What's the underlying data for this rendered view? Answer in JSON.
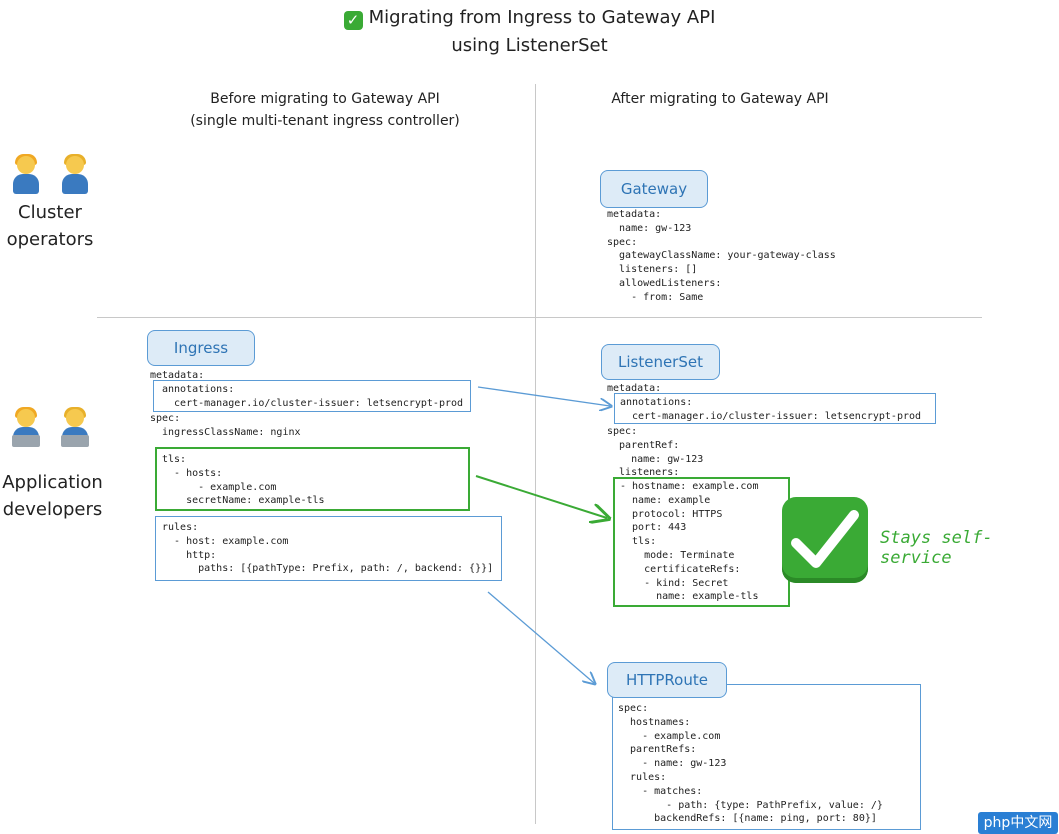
{
  "title": {
    "line1": "Migrating from Ingress to Gateway API",
    "line2": "using ListenerSet",
    "check_glyph": "✓"
  },
  "columns": {
    "before_line1": "Before migrating to Gateway API",
    "before_line2": "(single multi-tenant ingress controller)",
    "after": "After migrating to Gateway API"
  },
  "roles": {
    "cluster_line1": "Cluster",
    "cluster_line2": "operators",
    "app_line1": "Application",
    "app_line2": "developers"
  },
  "gateway": {
    "label": "Gateway",
    "code": "metadata:\n  name: gw-123\nspec:\n  gatewayClassName: your-gateway-class\n  listeners: []\n  allowedListeners:\n    - from: Same"
  },
  "ingress": {
    "label": "Ingress",
    "code_metadata": "metadata:",
    "code_annotations": "annotations:\n  cert-manager.io/cluster-issuer: letsencrypt-prod",
    "code_spec": "spec:\n  ingressClassName: nginx",
    "code_tls": "tls:\n  - hosts:\n      - example.com\n    secretName: example-tls",
    "code_rules": "rules:\n  - host: example.com\n    http:\n      paths: [{pathType: Prefix, path: /, backend: {}}]"
  },
  "listenerset": {
    "label": "ListenerSet",
    "code_metadata": "metadata:",
    "code_annotations": "annotations:\n  cert-manager.io/cluster-issuer: letsencrypt-prod",
    "code_spec": "spec:\n  parentRef:\n    name: gw-123\n  listeners:",
    "code_listener": "- hostname: example.com\n  name: example\n  protocol: HTTPS\n  port: 443\n  tls:\n    mode: Terminate\n    certificateRefs:\n    - kind: Secret\n      name: example-tls"
  },
  "httproute": {
    "label": "HTTPRoute",
    "code": "spec:\n  hostnames:\n    - example.com\n  parentRefs:\n    - name: gw-123\n  rules:\n    - matches:\n        - path: {type: PathPrefix, value: /}\n      backendRefs: [{name: ping, port: 80}]"
  },
  "callout": "Stays self-service",
  "colors": {
    "blue_border": "#5b9bd5",
    "blue_fill": "#ddebf7",
    "blue_text": "#2e74b5",
    "green": "#3aaa35"
  },
  "watermark": "php中文网"
}
